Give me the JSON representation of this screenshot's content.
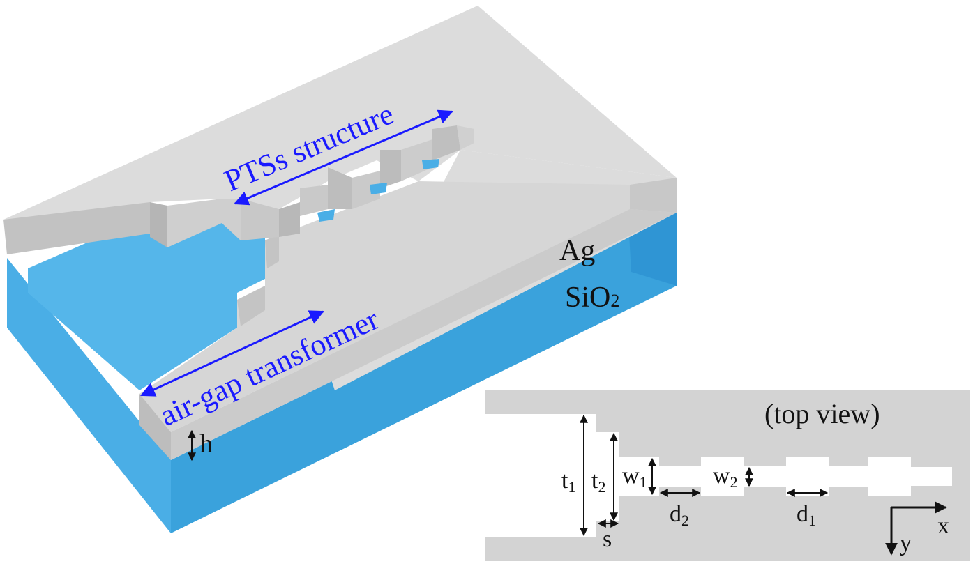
{
  "three_d": {
    "label_pts": "PTSs structure",
    "label_airgap": "air-gap transformer",
    "label_ag": "Ag",
    "label_sio2_main": "SiO",
    "label_sio2_sub": "2",
    "label_h": "h"
  },
  "top_view": {
    "title": "(top view)",
    "t1_main": "t",
    "t1_sub": "1",
    "t2_main": "t",
    "t2_sub": "2",
    "w1_main": "w",
    "w1_sub": "1",
    "w2_main": "w",
    "w2_sub": "2",
    "d1_main": "d",
    "d1_sub": "1",
    "d2_main": "d",
    "d2_sub": "2",
    "s": "s",
    "axis_x": "x",
    "axis_y": "y"
  },
  "colors": {
    "silver_top": "#dcdcdc",
    "silver_side": "#c8c8c8",
    "silica": "#4aaee6",
    "silica_dark": "#2f95d4",
    "label_blue": "#1a1aff",
    "topview_gray": "#d3d3d3"
  }
}
